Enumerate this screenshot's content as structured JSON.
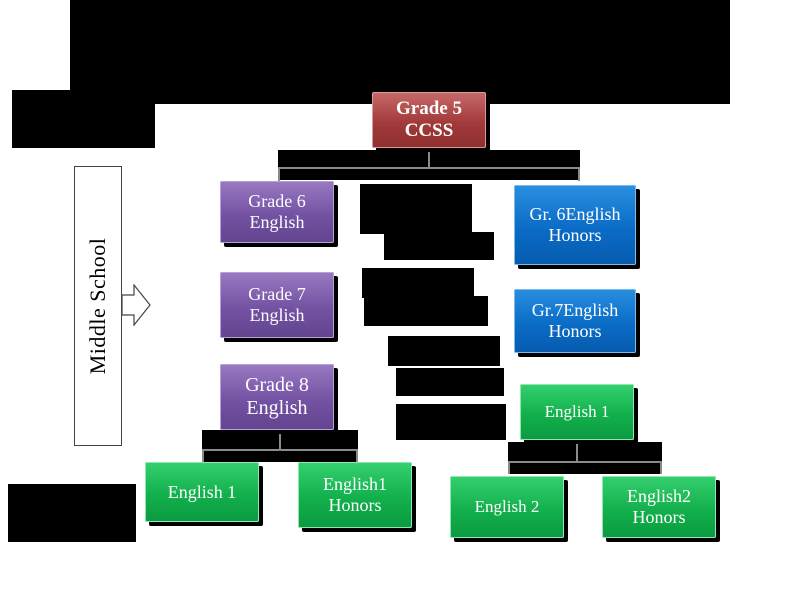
{
  "nodes": {
    "grade5": "Grade 5\nCCSS",
    "grade6": "Grade  6\nEnglish",
    "grade7": "Grade 7\nEnglish",
    "grade8": "Grade 8\nEnglish",
    "gr6honors": "Gr. 6English\nHonors",
    "gr7honors": "Gr.7English\nHonors",
    "english1_left": "English  1",
    "english1_honors": "English1\nHonors",
    "english1_right": "English 1",
    "english2": "English 2",
    "english2_honors": "English2\nHonors"
  },
  "side_label": "Middle  School",
  "colors": {
    "grade5": "#a23a3a",
    "middle_school_track": "#7352a3",
    "honors_track": "#0a6cc6",
    "high_school": "#12b04c"
  }
}
